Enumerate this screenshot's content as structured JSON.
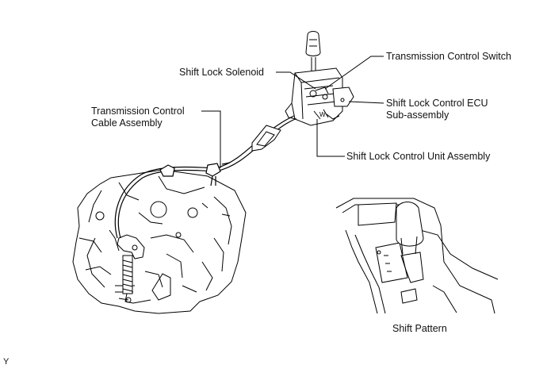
{
  "labels": {
    "transmission_control_switch": "Transmission Control Switch",
    "shift_lock_solenoid": "Shift Lock Solenoid",
    "transmission_control_cable_line1": "Transmission Control",
    "transmission_control_cable_line2": "Cable Assembly",
    "shift_lock_control_ecu_line1": "Shift Lock Control ECU",
    "shift_lock_control_ecu_line2": "Sub-assembly",
    "shift_lock_control_unit": "Shift Lock Control Unit Assembly",
    "shift_pattern": "Shift Pattern"
  },
  "figure_code": "Y"
}
